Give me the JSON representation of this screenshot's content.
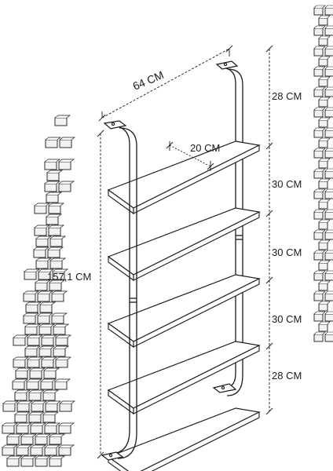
{
  "dimensions": {
    "width_label": "64 CM",
    "depth_label": "20 CM",
    "total_height_label": "157,1 CM",
    "spacing_labels": [
      "28 CM",
      "30 CM",
      "30 CM",
      "30 CM",
      "28 CM"
    ]
  },
  "colors": {
    "line": "#1a1a1a",
    "brick_fill": "#f2f2f2",
    "background": "#ffffff"
  },
  "components": {
    "shelf_count": 5,
    "mounting_brackets": 4,
    "wall_texture": "brick"
  }
}
